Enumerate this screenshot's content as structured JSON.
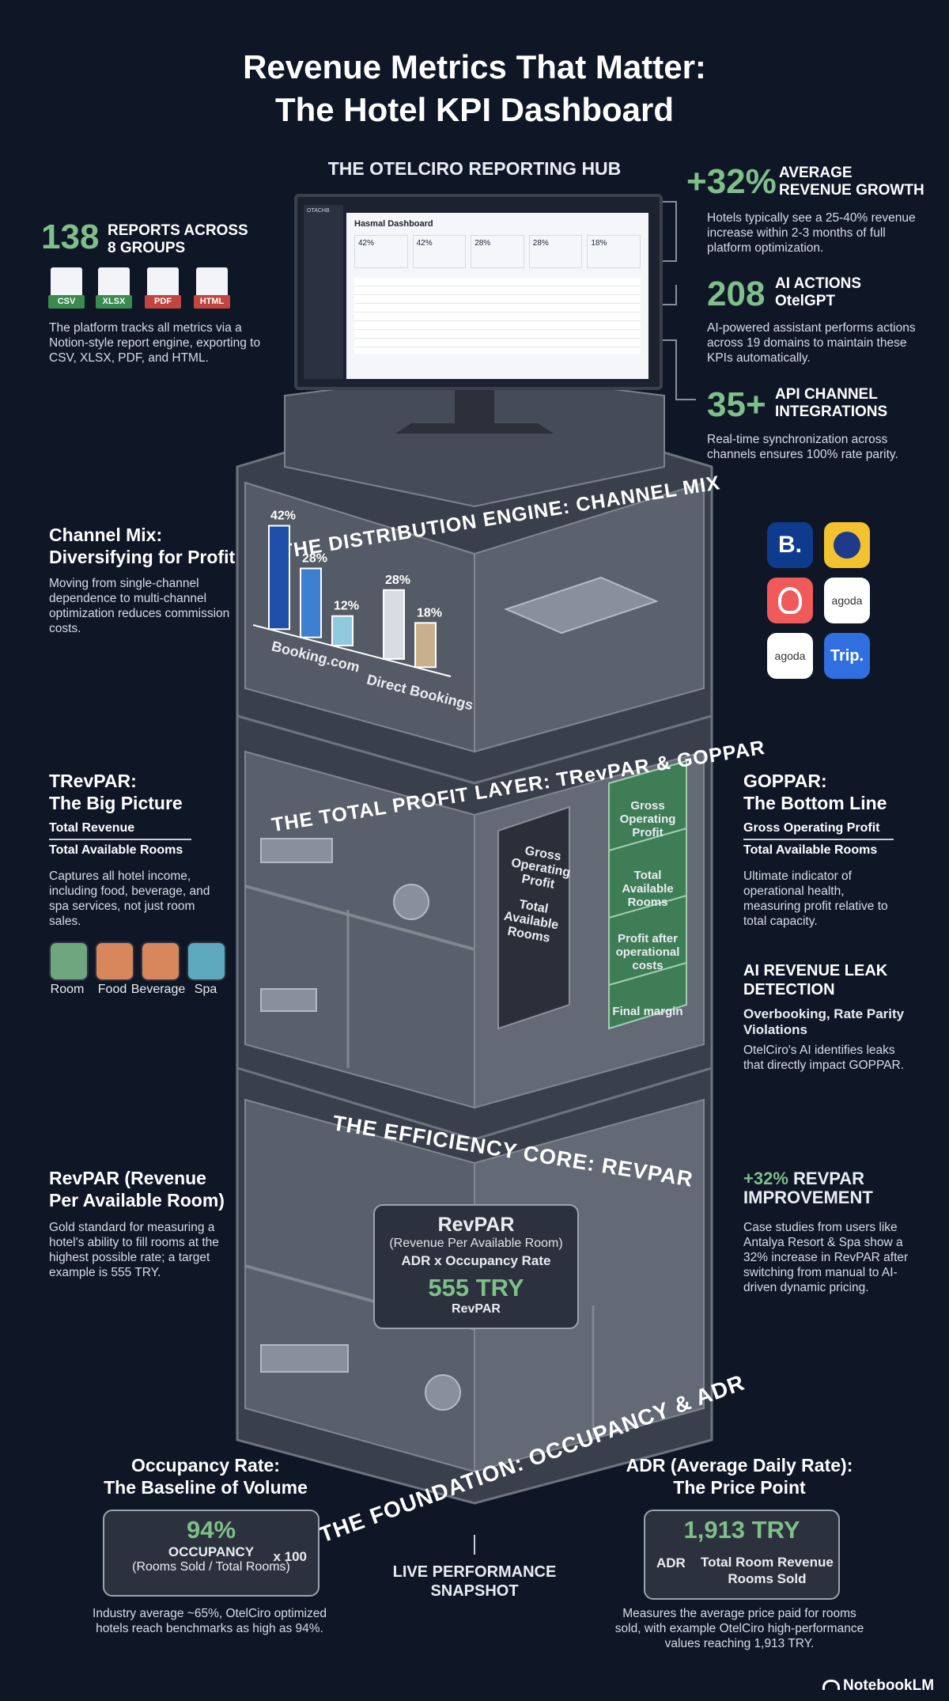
{
  "header": {
    "title_line1": "Revenue Metrics That Matter:",
    "title_line2": "The Hotel KPI Dashboard"
  },
  "hub": {
    "title": "THE OTELCIRO REPORTING HUB",
    "dashboard_title": "Hasmal Dashboard",
    "dashboard_brand": "OTACHB",
    "kpi_values": [
      "42%",
      "42%",
      "28%",
      "28%",
      "18%"
    ]
  },
  "reports": {
    "number": "138",
    "label_line1": "REPORTS ACROSS",
    "label_line2": "8 GROUPS",
    "formats": [
      "CSV",
      "XLSX",
      "PDF",
      "HTML"
    ],
    "description": "The platform tracks all metrics via a Notion-style report engine, exporting to CSV, XLSX, PDF, and HTML."
  },
  "stats_right": [
    {
      "number": "+32%",
      "label_line1": "AVERAGE",
      "label_line2": "REVENUE GROWTH",
      "description": "Hotels typically see a 25-40% revenue increase within 2-3 months of full platform optimization."
    },
    {
      "number": "208",
      "label_line1": "AI ACTIONS",
      "label_line2": "OtelGPT",
      "description": "AI-powered assistant performs actions across 19 domains to maintain these KPIs automatically."
    },
    {
      "number": "35+",
      "label_line1": "API CHANNEL",
      "label_line2": "INTEGRATIONS",
      "description": "Real-time synchronization across channels ensures 100% rate parity."
    }
  ],
  "channel_mix": {
    "floor_label": "THE DISTRIBUTION ENGINE: CHANNEL MIX",
    "heading_line1": "Channel Mix:",
    "heading_line2": "Diversifying for Profit",
    "description": "Moving from single-channel dependence to multi-channel optimization reduces commission costs.",
    "axis_label_left": "Booking.com",
    "axis_label_right": "Direct Bookings",
    "icons": [
      "booking-icon",
      "expedia-icon",
      "airbnb-icon",
      "agoda-icon",
      "agoda-icon",
      "trip-icon"
    ],
    "icon_texts": [
      "B.",
      "agoda",
      "agoda",
      "Trip."
    ]
  },
  "chart_data": {
    "type": "bar",
    "categories": [
      "",
      "",
      "",
      "",
      ""
    ],
    "values": [
      42,
      28,
      12,
      28,
      18
    ],
    "value_labels": [
      "42%",
      "28%",
      "12%",
      "28%",
      "18%"
    ],
    "colors": [
      "#1f4fa8",
      "#3d7fd0",
      "#8ec9de",
      "#d8dce3",
      "#c9b08c"
    ],
    "xlabel": "",
    "ylabel": "",
    "ylim": [
      0,
      45
    ]
  },
  "profit": {
    "floor_label": "THE TOTAL PROFIT LAYER: TRevPAR & GOPPAR",
    "trevpar_heading_line1": "TRevPAR:",
    "trevpar_heading_line2": "The Big Picture",
    "trevpar_numerator": "Total Revenue",
    "trevpar_denominator": "Total Available Rooms",
    "trevpar_description": "Captures all hotel income, including food, beverage, and spa services, not just room sales.",
    "amenities": [
      "Room",
      "Food",
      "Beverage",
      "Spa"
    ],
    "amenity_colors": [
      "#6fa57f",
      "#d8875c",
      "#d8875c",
      "#5fa9bf"
    ],
    "goppar_heading_line1": "GOPPAR:",
    "goppar_heading_line2": "The Bottom Line",
    "goppar_numerator": "Gross Operating Profit",
    "goppar_denominator": "Total Available Rooms",
    "goppar_description": "Ultimate indicator of operational health, measuring profit relative to total capacity.",
    "dark_panel": [
      "Gross",
      "Operating",
      "Profit",
      "Total",
      "Available",
      "Rooms"
    ],
    "green_panel": [
      "Gross Operating Profit",
      "Total Available Rooms",
      "Profit after operational costs",
      "Final margin"
    ],
    "leak_heading_line1": "AI REVENUE LEAK",
    "leak_heading_line2": "DETECTION",
    "leak_sub": "Overbooking, Rate Parity Violations",
    "leak_description": "OtelCiro's AI identifies leaks that directly impact GOPPAR."
  },
  "revpar": {
    "floor_label": "THE EFFICIENCY CORE: REVPAR",
    "heading_line1": "RevPAR (Revenue",
    "heading_line2": "Per Available Room)",
    "description": "Gold standard for measuring a hotel's ability to fill rooms at the highest possible rate; a target example is 555 TRY.",
    "card_title": "RevPAR",
    "card_sub": "(Revenue Per Available Room)",
    "card_formula": "ADR x Occupancy Rate",
    "card_value": "555 TRY",
    "card_caption": "RevPAR",
    "improve_number": "+32%",
    "improve_label1": "REVPAR",
    "improve_label2": "IMPROVEMENT",
    "improve_description": "Case studies from users like Antalya Resort & Spa show a 32% increase in RevPAR after switching from manual to AI-driven dynamic pricing."
  },
  "foundation": {
    "floor_label": "THE FOUNDATION:  OCCUPANCY & ADR",
    "occupancy_heading_line1": "Occupancy Rate:",
    "occupancy_heading_line2": "The Baseline of Volume",
    "occupancy_value": "94%",
    "occupancy_label": "OCCUPANCY",
    "occupancy_formula": "(Rooms Sold / Total Rooms)",
    "occupancy_multiplier": "x 100",
    "occupancy_description": "Industry average ~65%, OtelCiro optimized hotels reach benchmarks as high as 94%.",
    "snapshot_line1": "LIVE PERFORMANCE",
    "snapshot_line2": "SNAPSHOT",
    "adr_heading_line1": "ADR (Average Daily Rate):",
    "adr_heading_line2": "The Price Point",
    "adr_value": "1,913 TRY",
    "adr_label": "ADR",
    "adr_numerator": "Total Room Revenue",
    "adr_denominator": "Rooms Sold",
    "adr_description": "Measures the average price paid for rooms sold, with example OtelCiro high-performance values reaching 1,913 TRY."
  },
  "footer": {
    "brand": "NotebookLM"
  }
}
